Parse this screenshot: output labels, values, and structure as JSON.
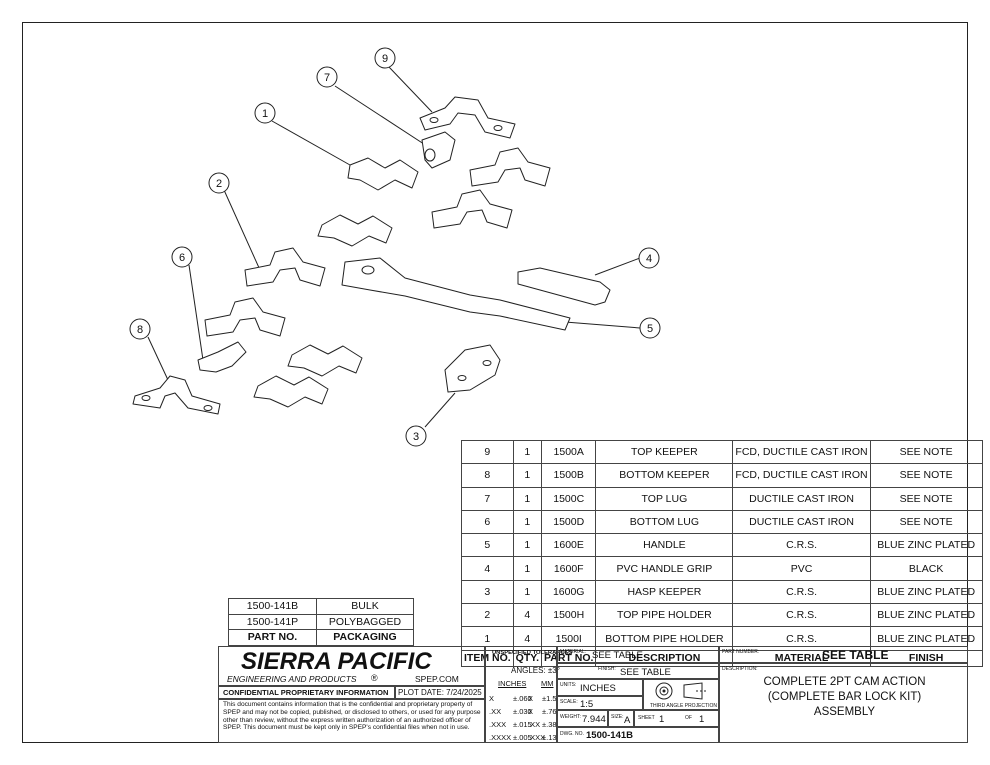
{
  "callouts": [
    "1",
    "2",
    "3",
    "4",
    "5",
    "6",
    "7",
    "8",
    "9"
  ],
  "bom": {
    "headers": [
      "ITEM NO.",
      "QTY.",
      "PART NO.",
      "DESCRIPTION",
      "MATERIAL",
      "FINISH"
    ],
    "rows": [
      [
        "9",
        "1",
        "1500A",
        "TOP KEEPER",
        "FCD, DUCTILE CAST IRON",
        "SEE NOTE"
      ],
      [
        "8",
        "1",
        "1500B",
        "BOTTOM KEEPER",
        "FCD, DUCTILE CAST IRON",
        "SEE NOTE"
      ],
      [
        "7",
        "1",
        "1500C",
        "TOP LUG",
        "DUCTILE CAST IRON",
        "SEE NOTE"
      ],
      [
        "6",
        "1",
        "1500D",
        "BOTTOM LUG",
        "DUCTILE CAST IRON",
        "SEE NOTE"
      ],
      [
        "5",
        "1",
        "1600E",
        "HANDLE",
        "C.R.S.",
        "BLUE ZINC PLATED"
      ],
      [
        "4",
        "1",
        "1600F",
        "PVC HANDLE GRIP",
        "PVC",
        "BLACK"
      ],
      [
        "3",
        "1",
        "1600G",
        "HASP KEEPER",
        "C.R.S.",
        "BLUE ZINC PLATED"
      ],
      [
        "2",
        "4",
        "1500H",
        "TOP PIPE HOLDER",
        "C.R.S.",
        "BLUE ZINC PLATED"
      ],
      [
        "1",
        "4",
        "1500I",
        "BOTTOM PIPE HOLDER",
        "C.R.S.",
        "BLUE ZINC PLATED"
      ]
    ]
  },
  "packaging": {
    "rows": [
      [
        "1500-141B",
        "BULK"
      ],
      [
        "1500-141P",
        "POLYBAGGED"
      ]
    ],
    "headers": [
      "PART NO.",
      "PACKAGING"
    ]
  },
  "titleblock": {
    "company": "SIERRA PACIFIC",
    "company_sub": "ENGINEERING AND PRODUCTS",
    "registered": "®",
    "website": "SPEP.COM",
    "confidential_label": "CONFIDENTIAL PROPRIETARY INFORMATION",
    "plot_date": "PLOT DATE: 7/24/2025",
    "notice": "This document contains information that is the confidential and proprietary property of SPEP and may not be copied, published, or disclosed to others, or used for any purpose other than review, without the express written authorization of an authorized officer of SPEP. This document must be kept only in SPEP's confidential files when not in use.",
    "tolerances": {
      "title": "UNSPECIFIED TOLERANCES",
      "angles": "ANGLES: ±3°",
      "col_inches": "INCHES",
      "col_mm": "MM",
      "rows": [
        [
          "X",
          "±.060",
          "X",
          "±1.5"
        ],
        [
          ".XX",
          "±.030",
          "X",
          "±.76"
        ],
        [
          ".XXX",
          "±.015",
          ".XX",
          "±.38"
        ],
        [
          ".XXXX",
          "±.005",
          ".XXX",
          "±.13"
        ]
      ]
    },
    "material_label": "MATERIAL:",
    "material": "SEE TABLE",
    "finish_label": "FINISH:",
    "finish": "SEE TABLE",
    "units_label": "UNITS:",
    "units": "INCHES",
    "scale_label": "SCALE:",
    "scale": "1:5",
    "projection": "THIRD ANGLE PROJECTION",
    "weight_label": "WEIGHT:",
    "weight": "7.944",
    "size_label": "SIZE:",
    "size": "A",
    "sheet_label": "SHEET",
    "sheet": "1",
    "of_label": "OF",
    "sheet_of": "1",
    "dwg_label": "DWG. NO.",
    "dwg_no": "1500-141B",
    "part_number_label": "PART NUMBER:",
    "part_number": "SEE TABLE",
    "description_label": "DESCRIPTION:",
    "description_lines": [
      "COMPLETE 2PT CAM ACTION",
      "(COMPLETE BAR LOCK KIT)",
      "ASSEMBLY"
    ]
  }
}
